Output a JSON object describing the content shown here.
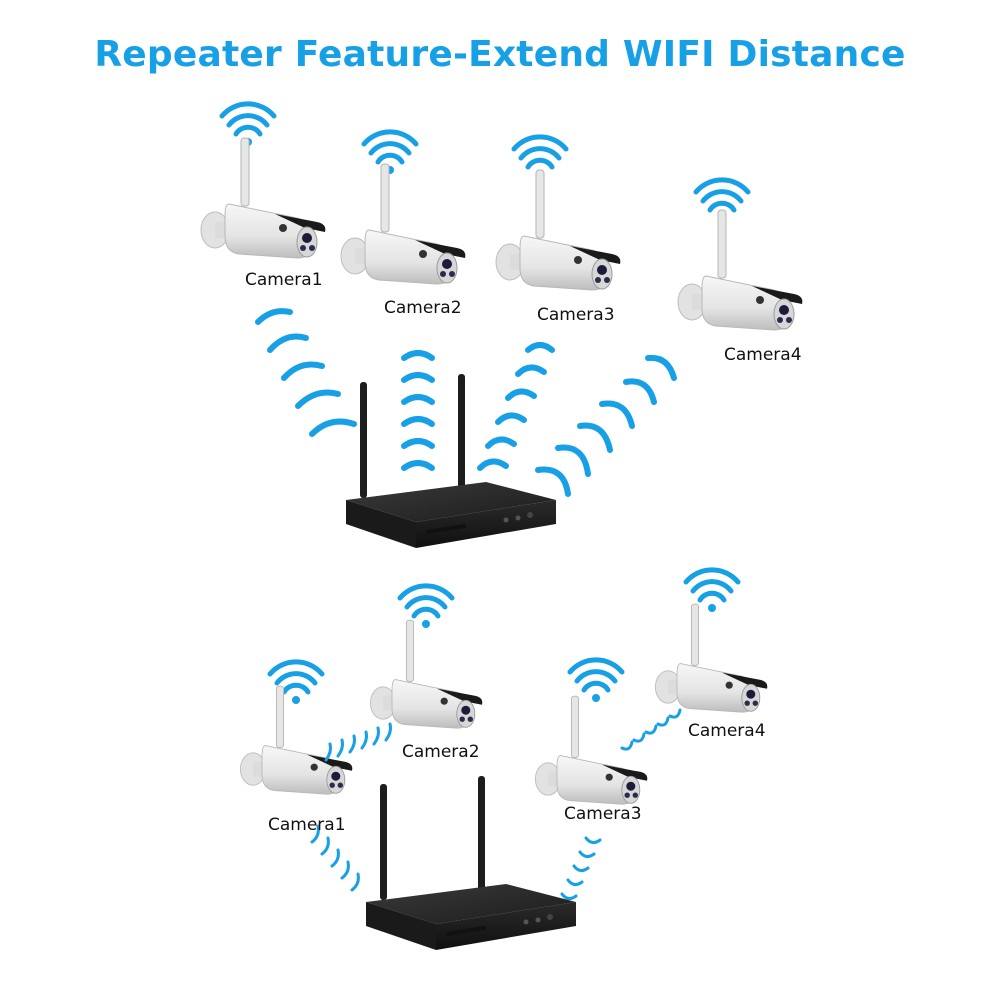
{
  "title": "Repeater Feature-Extend WIFI Distance",
  "colors": {
    "accent": "#18a0e6",
    "camera_body": "#e9e9e9",
    "camera_shadow": "#bdbdbd",
    "nvr_body": "#2a2a2a",
    "label": "#111111"
  },
  "top_diagram": {
    "cameras": [
      {
        "label": "Camera1"
      },
      {
        "label": "Camera2"
      },
      {
        "label": "Camera3"
      },
      {
        "label": "Camera4"
      }
    ]
  },
  "bottom_diagram": {
    "cameras": [
      {
        "label": "Camera1"
      },
      {
        "label": "Camera2"
      },
      {
        "label": "Camera3"
      },
      {
        "label": "Camera4"
      }
    ]
  }
}
